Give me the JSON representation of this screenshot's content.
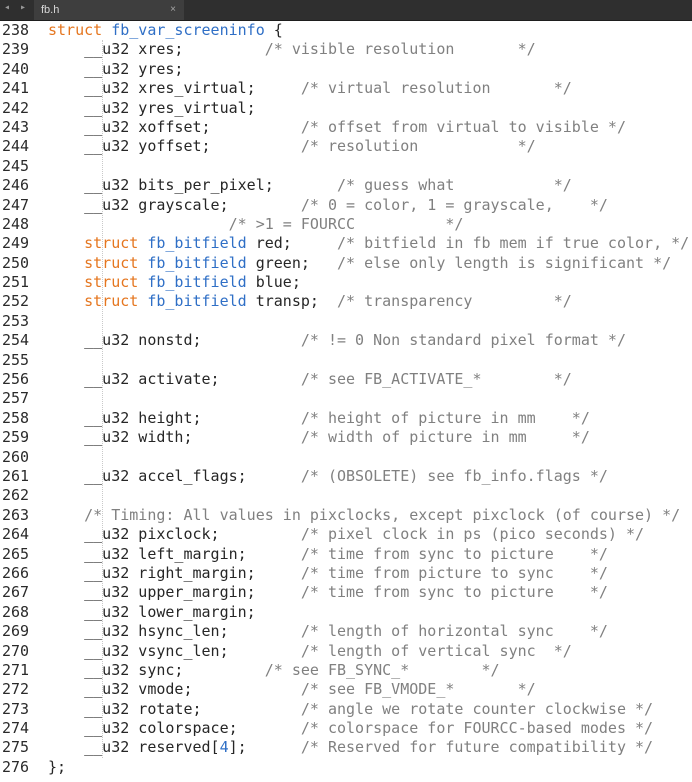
{
  "tab": {
    "nav": "◂ ▸",
    "title": "fb.h",
    "close": "×"
  },
  "lines": [
    {
      "n": "238",
      "t": [
        {
          "c": "kw",
          "v": "struct"
        },
        {
          "c": "",
          "v": " "
        },
        {
          "c": "ty",
          "v": "fb_var_screeninfo"
        },
        {
          "c": "",
          "v": " {"
        }
      ]
    },
    {
      "n": "239",
      "t": [
        {
          "c": "",
          "v": "    __u32 xres;         "
        },
        {
          "c": "cm",
          "v": "/* visible resolution       */"
        }
      ]
    },
    {
      "n": "240",
      "t": [
        {
          "c": "",
          "v": "    __u32 yres;"
        }
      ]
    },
    {
      "n": "241",
      "t": [
        {
          "c": "",
          "v": "    __u32 xres_virtual;     "
        },
        {
          "c": "cm",
          "v": "/* virtual resolution       */"
        }
      ]
    },
    {
      "n": "242",
      "t": [
        {
          "c": "",
          "v": "    __u32 yres_virtual;"
        }
      ]
    },
    {
      "n": "243",
      "t": [
        {
          "c": "",
          "v": "    __u32 xoffset;          "
        },
        {
          "c": "cm",
          "v": "/* offset from virtual to visible */"
        }
      ]
    },
    {
      "n": "244",
      "t": [
        {
          "c": "",
          "v": "    __u32 yoffset;          "
        },
        {
          "c": "cm",
          "v": "/* resolution           */"
        }
      ]
    },
    {
      "n": "245",
      "t": []
    },
    {
      "n": "246",
      "t": [
        {
          "c": "",
          "v": "    __u32 bits_per_pixel;       "
        },
        {
          "c": "cm",
          "v": "/* guess what           */"
        }
      ]
    },
    {
      "n": "247",
      "t": [
        {
          "c": "",
          "v": "    __u32 grayscale;        "
        },
        {
          "c": "cm",
          "v": "/* 0 = color, 1 = grayscale,    */"
        }
      ]
    },
    {
      "n": "248",
      "t": [
        {
          "c": "",
          "v": "                    "
        },
        {
          "c": "cm",
          "v": "/* >1 = FOURCC          */"
        }
      ]
    },
    {
      "n": "249",
      "t": [
        {
          "c": "",
          "v": "    "
        },
        {
          "c": "kw",
          "v": "struct"
        },
        {
          "c": "",
          "v": " "
        },
        {
          "c": "ty",
          "v": "fb_bitfield"
        },
        {
          "c": "",
          "v": " red;     "
        },
        {
          "c": "cm",
          "v": "/* bitfield in fb mem if true color, */"
        }
      ]
    },
    {
      "n": "250",
      "t": [
        {
          "c": "",
          "v": "    "
        },
        {
          "c": "kw",
          "v": "struct"
        },
        {
          "c": "",
          "v": " "
        },
        {
          "c": "ty",
          "v": "fb_bitfield"
        },
        {
          "c": "",
          "v": " green;   "
        },
        {
          "c": "cm",
          "v": "/* else only length is significant */"
        }
      ]
    },
    {
      "n": "251",
      "t": [
        {
          "c": "",
          "v": "    "
        },
        {
          "c": "kw",
          "v": "struct"
        },
        {
          "c": "",
          "v": " "
        },
        {
          "c": "ty",
          "v": "fb_bitfield"
        },
        {
          "c": "",
          "v": " blue;"
        }
      ]
    },
    {
      "n": "252",
      "t": [
        {
          "c": "",
          "v": "    "
        },
        {
          "c": "kw",
          "v": "struct"
        },
        {
          "c": "",
          "v": " "
        },
        {
          "c": "ty",
          "v": "fb_bitfield"
        },
        {
          "c": "",
          "v": " transp;  "
        },
        {
          "c": "cm",
          "v": "/* transparency         */"
        }
      ]
    },
    {
      "n": "253",
      "t": []
    },
    {
      "n": "254",
      "t": [
        {
          "c": "",
          "v": "    __u32 nonstd;           "
        },
        {
          "c": "cm",
          "v": "/* != 0 Non standard pixel format */"
        }
      ]
    },
    {
      "n": "255",
      "t": []
    },
    {
      "n": "256",
      "t": [
        {
          "c": "",
          "v": "    __u32 activate;         "
        },
        {
          "c": "cm",
          "v": "/* see FB_ACTIVATE_*        */"
        }
      ]
    },
    {
      "n": "257",
      "t": []
    },
    {
      "n": "258",
      "t": [
        {
          "c": "",
          "v": "    __u32 height;           "
        },
        {
          "c": "cm",
          "v": "/* height of picture in mm    */"
        }
      ]
    },
    {
      "n": "259",
      "t": [
        {
          "c": "",
          "v": "    __u32 width;            "
        },
        {
          "c": "cm",
          "v": "/* width of picture in mm     */"
        }
      ]
    },
    {
      "n": "260",
      "t": []
    },
    {
      "n": "261",
      "t": [
        {
          "c": "",
          "v": "    __u32 accel_flags;      "
        },
        {
          "c": "cm",
          "v": "/* (OBSOLETE) see fb_info.flags */"
        }
      ]
    },
    {
      "n": "262",
      "t": []
    },
    {
      "n": "263",
      "t": [
        {
          "c": "",
          "v": "    "
        },
        {
          "c": "cm",
          "v": "/* Timing: All values in pixclocks, except pixclock (of course) */"
        }
      ]
    },
    {
      "n": "264",
      "t": [
        {
          "c": "",
          "v": "    __u32 pixclock;         "
        },
        {
          "c": "cm",
          "v": "/* pixel clock in ps (pico seconds) */"
        }
      ]
    },
    {
      "n": "265",
      "t": [
        {
          "c": "",
          "v": "    __u32 left_margin;      "
        },
        {
          "c": "cm",
          "v": "/* time from sync to picture    */"
        }
      ]
    },
    {
      "n": "266",
      "t": [
        {
          "c": "",
          "v": "    __u32 right_margin;     "
        },
        {
          "c": "cm",
          "v": "/* time from picture to sync    */"
        }
      ]
    },
    {
      "n": "267",
      "t": [
        {
          "c": "",
          "v": "    __u32 upper_margin;     "
        },
        {
          "c": "cm",
          "v": "/* time from sync to picture    */"
        }
      ]
    },
    {
      "n": "268",
      "t": [
        {
          "c": "",
          "v": "    __u32 lower_margin;"
        }
      ]
    },
    {
      "n": "269",
      "t": [
        {
          "c": "",
          "v": "    __u32 hsync_len;        "
        },
        {
          "c": "cm",
          "v": "/* length of horizontal sync    */"
        }
      ]
    },
    {
      "n": "270",
      "t": [
        {
          "c": "",
          "v": "    __u32 vsync_len;        "
        },
        {
          "c": "cm",
          "v": "/* length of vertical sync  */"
        }
      ]
    },
    {
      "n": "271",
      "t": [
        {
          "c": "",
          "v": "    __u32 sync;         "
        },
        {
          "c": "cm",
          "v": "/* see FB_SYNC_*        */"
        }
      ]
    },
    {
      "n": "272",
      "t": [
        {
          "c": "",
          "v": "    __u32 vmode;            "
        },
        {
          "c": "cm",
          "v": "/* see FB_VMODE_*       */"
        }
      ]
    },
    {
      "n": "273",
      "t": [
        {
          "c": "",
          "v": "    __u32 rotate;           "
        },
        {
          "c": "cm",
          "v": "/* angle we rotate counter clockwise */"
        }
      ]
    },
    {
      "n": "274",
      "t": [
        {
          "c": "",
          "v": "    __u32 colorspace;       "
        },
        {
          "c": "cm",
          "v": "/* colorspace for FOURCC-based modes */"
        }
      ]
    },
    {
      "n": "275",
      "t": [
        {
          "c": "",
          "v": "    __u32 reserved["
        },
        {
          "c": "nm",
          "v": "4"
        },
        {
          "c": "",
          "v": "];      "
        },
        {
          "c": "cm",
          "v": "/* Reserved for future compatibility */"
        }
      ]
    },
    {
      "n": "276",
      "t": [
        {
          "c": "",
          "v": "};"
        }
      ]
    }
  ]
}
